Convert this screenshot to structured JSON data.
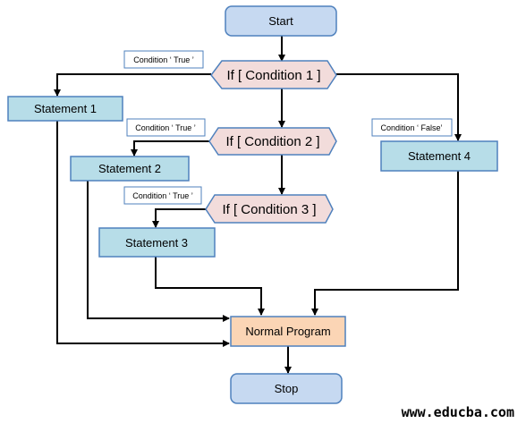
{
  "nodes": {
    "start": "Start",
    "if1": "If [ Condition 1 ]",
    "if2": "If [ Condition 2 ]",
    "if3": "If [ Condition 3 ]",
    "statement1": "Statement  1",
    "statement2": "Statement  2",
    "statement3": "Statement  3",
    "statement4": "Statement  4",
    "normal": "Normal  Program",
    "stop": "Stop"
  },
  "labels": {
    "true1": "Condition ‘ True ’",
    "true2": "Condition ‘ True ’",
    "true3": "Condition ‘ True ’",
    "false1": "Condition ‘ False’"
  },
  "watermark": "www.educba.com",
  "colors": {
    "start_stop_fill": "#c6d9f1",
    "statement_fill": "#b7dde8",
    "condition_fill": "#f2dcdb",
    "normal_fill": "#fbd5b5",
    "stroke": "#4f81bd"
  }
}
